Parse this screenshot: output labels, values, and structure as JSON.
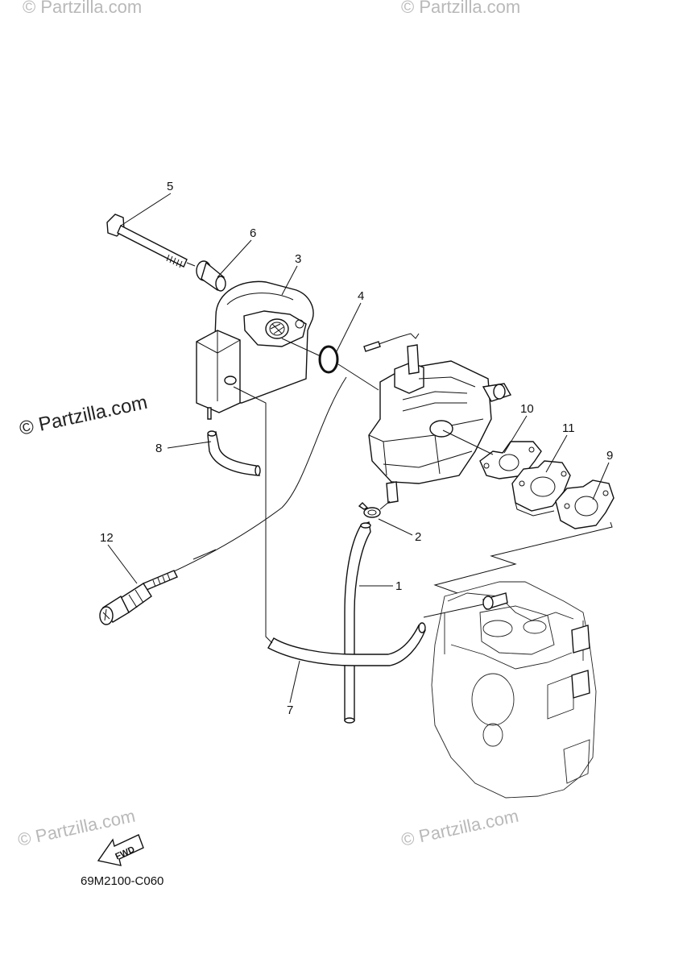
{
  "watermarks": {
    "top_left": "© Partzilla.com",
    "top_right": "© Partzilla.com",
    "mid_left": "© Partzilla.com",
    "bottom_left": "© Partzilla.com",
    "bottom_right": "© Partzilla.com"
  },
  "callouts": {
    "c1": "1",
    "c2": "2",
    "c3": "3",
    "c4": "4",
    "c5": "5",
    "c6": "6",
    "c7": "7",
    "c8": "8",
    "c9": "9",
    "c10": "10",
    "c11": "11",
    "c12": "12"
  },
  "fwd_label": "FWD",
  "diagram_code": "69M2100-C060"
}
